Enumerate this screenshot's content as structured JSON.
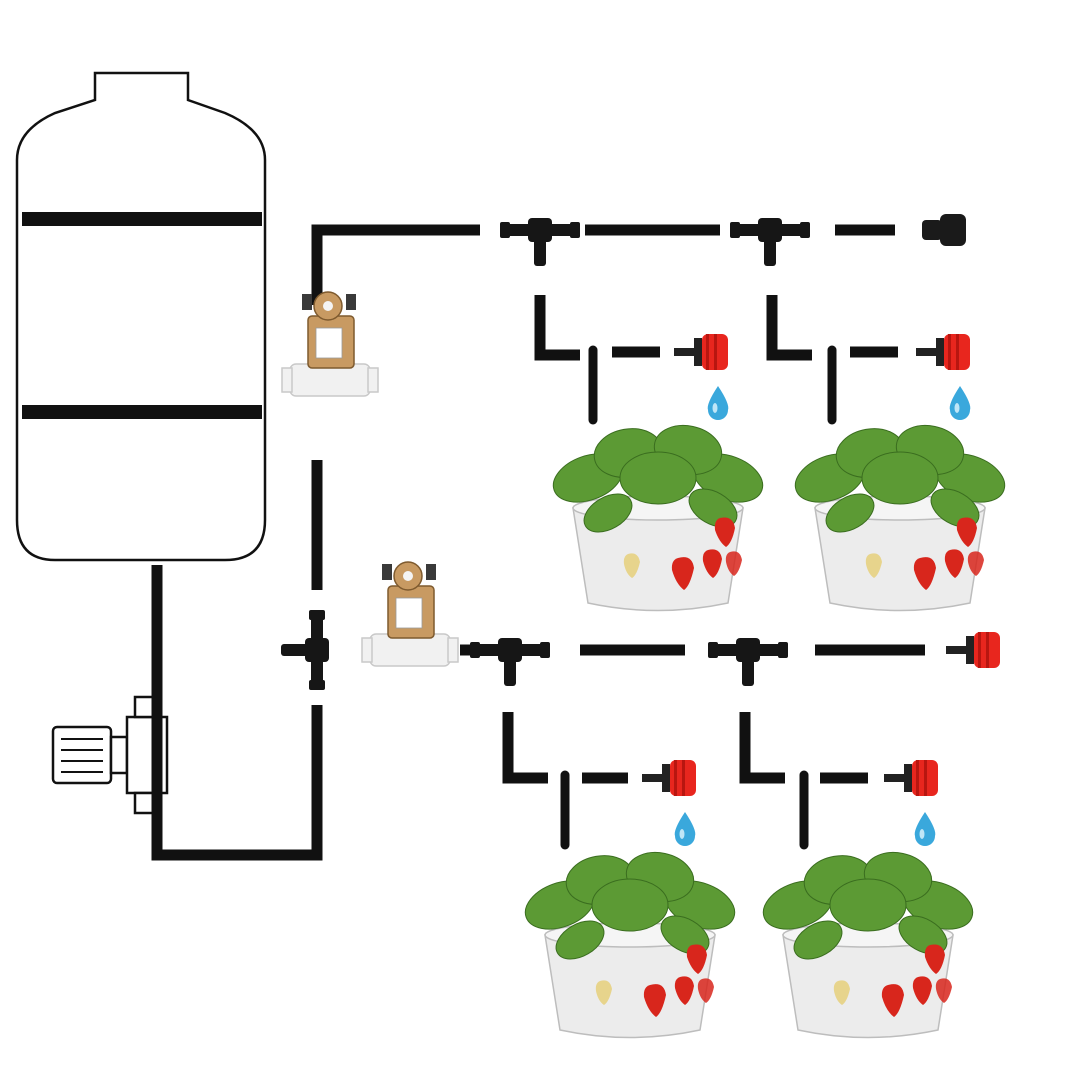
{
  "diagram": {
    "components": [
      {
        "kind": "water-tank",
        "icon": "tank-icon"
      },
      {
        "kind": "pump",
        "icon": "pump-icon"
      },
      {
        "kind": "solenoid-valve-upper",
        "icon": "solenoid-valve-icon"
      },
      {
        "kind": "solenoid-valve-lower",
        "icon": "solenoid-valve-icon"
      },
      {
        "kind": "tee-connector",
        "count": 4,
        "icon": "tee-connector-icon"
      },
      {
        "kind": "end-plug",
        "icon": "end-plug-icon"
      },
      {
        "kind": "adjustable-dripper",
        "count": 5,
        "icon": "dripper-icon"
      },
      {
        "kind": "water-drop",
        "count": 4,
        "icon": "water-drop-icon"
      },
      {
        "kind": "strawberry-pot",
        "count": 4,
        "icon": "plant-pot-icon"
      }
    ],
    "colors": {
      "pipe": "#111111",
      "dripper": "#e8261e",
      "water": "#3aa8dc",
      "valve_coil": "#c89a62",
      "pot": "#ececec",
      "leaf": "#5c9a34",
      "berry": "#d8261c"
    }
  }
}
